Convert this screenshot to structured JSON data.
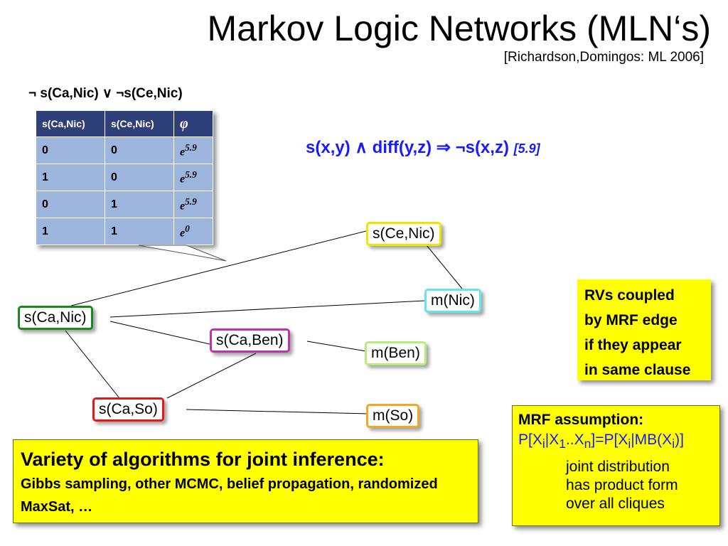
{
  "title": "Markov Logic Networks (MLN‘s)",
  "citation": "[Richardson,Domingos: ML 2006]",
  "clause": "¬ s(Ca,Nic) ∨ ¬s(Ce,Nic)",
  "factor_table": {
    "headers": [
      "s(Ca,Nic)",
      "s(Ce,Nic)",
      "φ"
    ],
    "rows": [
      {
        "a": "0",
        "b": "0",
        "phi_base": "e",
        "phi_exp": "5.9"
      },
      {
        "a": "1",
        "b": "0",
        "phi_base": "e",
        "phi_exp": "5.9"
      },
      {
        "a": "0",
        "b": "1",
        "phi_base": "e",
        "phi_exp": "5.9"
      },
      {
        "a": "1",
        "b": "1",
        "phi_base": "e",
        "phi_exp": "0"
      }
    ]
  },
  "rule": {
    "formula": "s(x,y) ∧ diff(y,z) ⇒ ¬s(x,z)",
    "weight": "[5.9]",
    "color": "#1a1aff"
  },
  "nodes": {
    "s_ce_nic": {
      "label": "s(Ce,Nic)",
      "color": "#f2e200"
    },
    "m_nic": {
      "label": "m(Nic)",
      "color": "#66e3ee"
    },
    "s_ca_nic": {
      "label": "s(Ca,Nic)",
      "color": "#1a8a1a"
    },
    "s_ca_ben": {
      "label": "s(Ca,Ben)",
      "color": "#c033a8"
    },
    "m_ben": {
      "label": "m(Ben)",
      "color": "#b6ec7a"
    },
    "s_ca_so": {
      "label": "s(Ca,So)",
      "color": "#e01818"
    },
    "m_so": {
      "label": "m(So)",
      "color": "#f5a623"
    }
  },
  "rv_box": {
    "lines": [
      "RVs coupled",
      "by MRF edge",
      "if they appear",
      "in same clause"
    ]
  },
  "mrf_box": {
    "title": "MRF assumption:",
    "note": [
      "joint distribution",
      "has product form",
      "over all cliques"
    ]
  },
  "algo_box": {
    "title": "Variety of algorithms for joint inference:",
    "text": "Gibbs sampling, other MCMC, belief propagation, randomized MaxSat, …"
  }
}
